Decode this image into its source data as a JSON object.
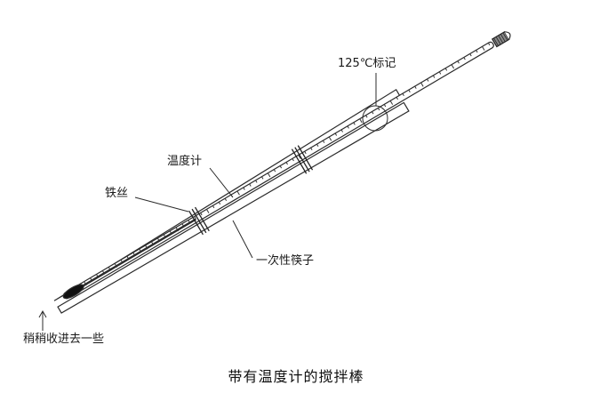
{
  "labels": {
    "mark_125": "125℃标记",
    "thermometer": "温度计",
    "wire": "铁丝",
    "chopsticks": "一次性筷子",
    "retract": "稍稍收进去一些"
  },
  "caption": "带有温度计的搅拌棒"
}
